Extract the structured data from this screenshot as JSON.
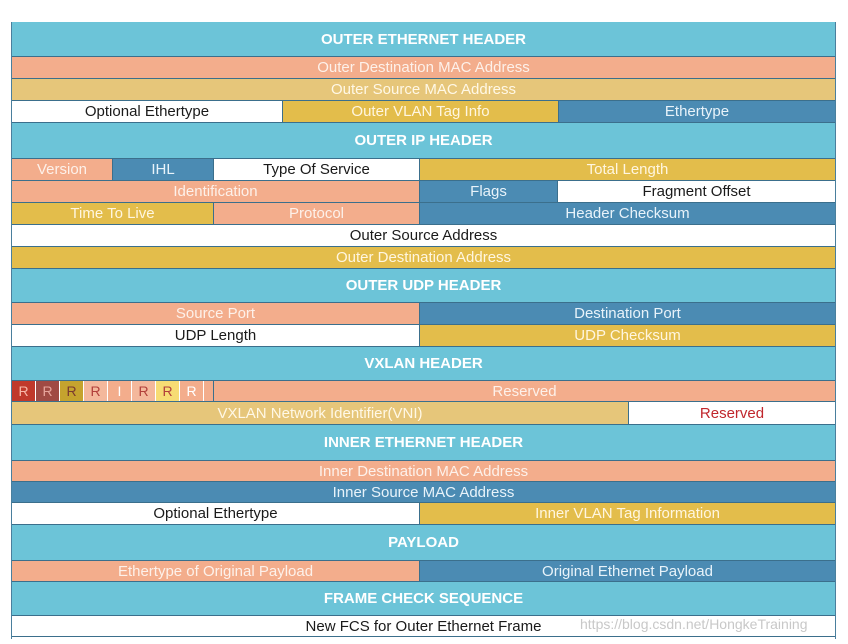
{
  "outer_ethernet": {
    "header": "OUTER ETHERNET HEADER",
    "dst_mac": "Outer Destination MAC Address",
    "src_mac": "Outer Source MAC Address",
    "optional_ethertype": "Optional Ethertype",
    "vlan_tag": "Outer VLAN Tag Info",
    "ethertype": "Ethertype"
  },
  "outer_ip": {
    "header": "OUTER IP HEADER",
    "version": "Version",
    "ihl": "IHL",
    "tos": "Type Of Service",
    "total_length": "Total Length",
    "identification": "Identification",
    "flags": "Flags",
    "fragment_offset": "Fragment Offset",
    "ttl": "Time To Live",
    "protocol": "Protocol",
    "checksum": "Header Checksum",
    "src_addr": "Outer Source Address",
    "dst_addr": "Outer Destination Address"
  },
  "outer_udp": {
    "header": "OUTER UDP HEADER",
    "src_port": "Source Port",
    "dst_port": "Destination Port",
    "length": "UDP Length",
    "checksum": "UDP Checksum"
  },
  "vxlan": {
    "header": "VXLAN HEADER",
    "flags": [
      {
        "text": "R",
        "bg": "#c0392b",
        "fg": "#f6b7a8"
      },
      {
        "text": "R",
        "bg": "#a04a44",
        "fg": "#e7a49c"
      },
      {
        "text": "R",
        "bg": "#c5a32e",
        "fg": "#7a3a2e"
      },
      {
        "text": "R",
        "bg": "#f4b89c",
        "fg": "#b2403b"
      },
      {
        "text": "I",
        "bg": "#f3ad8c",
        "fg": "#ffffff"
      },
      {
        "text": "R",
        "bg": "#f4b89c",
        "fg": "#b2403b"
      },
      {
        "text": "R",
        "bg": "#f7dc74",
        "fg": "#b2403b"
      },
      {
        "text": "R",
        "bg": "#f3ad8c",
        "fg": "#ffffff"
      }
    ],
    "reserved1": "Reserved",
    "vni": "VXLAN Network Identifier(VNI)",
    "reserved2": "Reserved"
  },
  "inner_ethernet": {
    "header": "INNER ETHERNET HEADER",
    "dst_mac": "Inner Destination MAC Address",
    "src_mac": "Inner Source MAC Address",
    "optional_ethertype": "Optional Ethertype",
    "vlan_tag": "Inner VLAN Tag Information"
  },
  "payload": {
    "header": "PAYLOAD",
    "ethertype": "Ethertype of Original Payload",
    "original": "Original Ethernet Payload"
  },
  "fcs": {
    "header": "FRAME CHECK SEQUENCE",
    "new_fcs": "New FCS for Outer Ethernet Frame"
  },
  "watermark": "https://blog.csdn.net/HongkeTraining",
  "colors": {
    "header": "#6cc4d8",
    "salmon": "#f3ad8c",
    "gold": "#e3bd4b",
    "blue": "#4b8bb3",
    "sand": "#e6c67a",
    "red_text": "#c0272d"
  }
}
